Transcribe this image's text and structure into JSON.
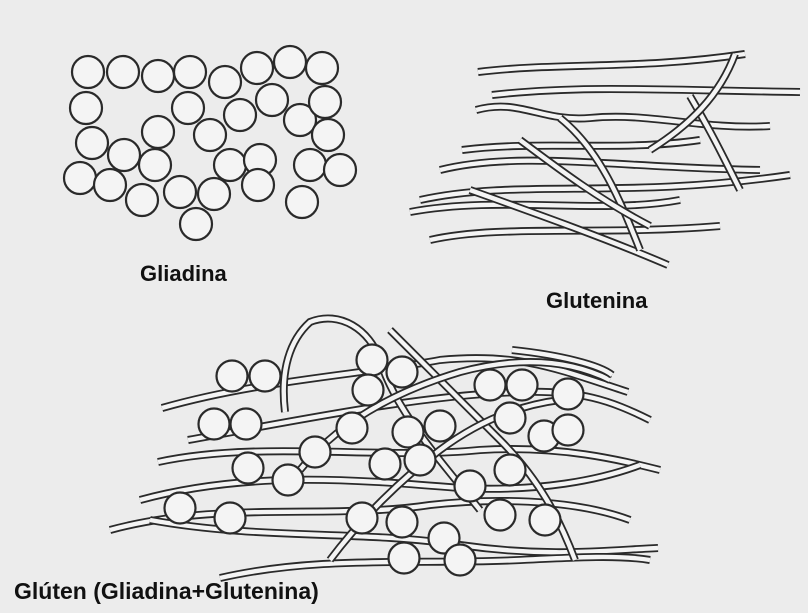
{
  "labels": {
    "gliadina": "Gliadina",
    "glutenina": "Glutenina",
    "gluten": "Glúten (Gliadina+Glutenina)"
  },
  "colors": {
    "background": "#ececec",
    "outline": "#2a2a2a",
    "fill": "#f4f4f4",
    "text": "#111111"
  }
}
